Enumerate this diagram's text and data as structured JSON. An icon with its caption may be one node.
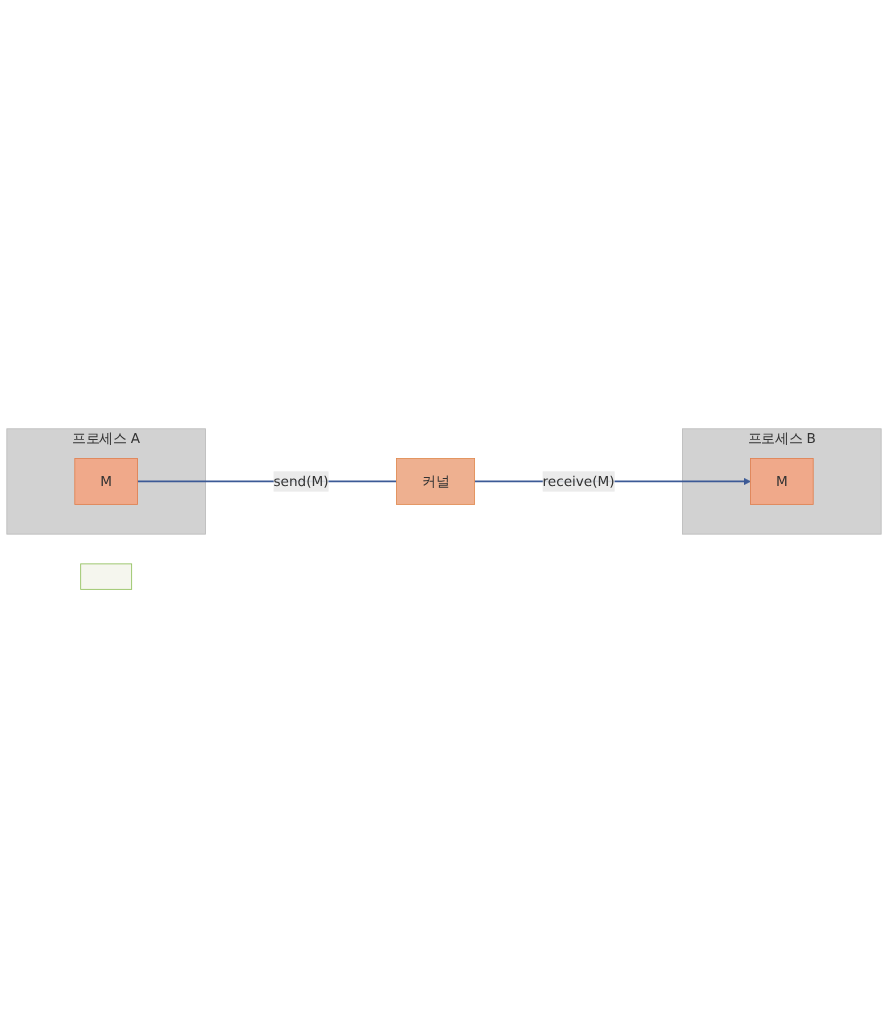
{
  "diagram": {
    "nodes": [
      {
        "text": [
          "프로세스 A"
        ]
      },
      {
        "text": [
          "M"
        ],
        "in": 0
      },
      {
        "text": [
          "프로세스 B"
        ]
      },
      {
        "text": [
          "M"
        ],
        "in": 2
      },
      {
        "text": [],
        "shape": "box"
      },
      {
        "text": [
          "커널"
        ]
      }
    ],
    "edges": [
      {
        "from": 1,
        "to": 5,
        "arrow": "none",
        "label": "send(M)"
      },
      {
        "from": 5,
        "to": 3,
        "arrow": "to",
        "label": "receive(M)"
      }
    ]
  }
}
